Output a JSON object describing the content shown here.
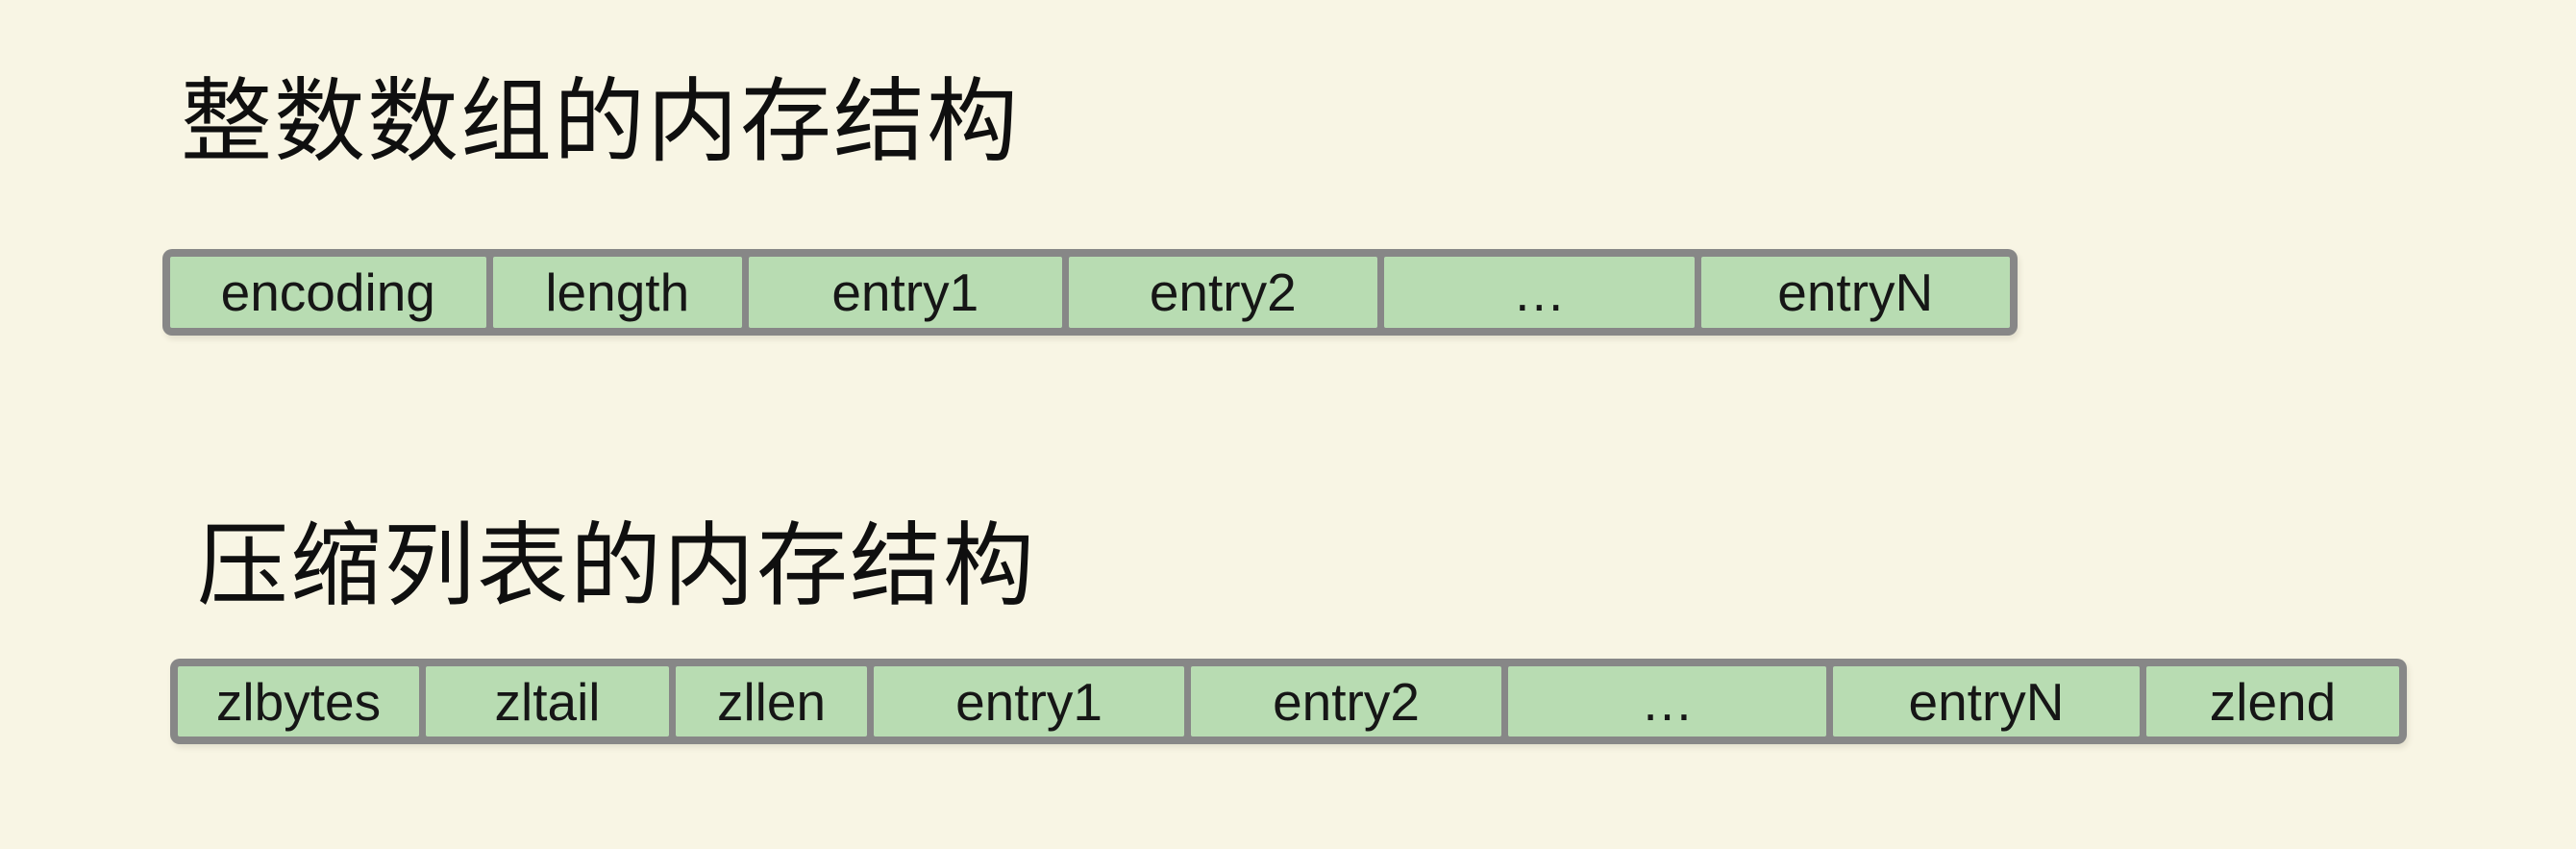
{
  "colors": {
    "background": "#f8f5e4",
    "cell_fill": "#b8dcb2",
    "cell_border_gray": "#878787",
    "text": "#141414"
  },
  "sections": [
    {
      "title": "整数数组的内存结构",
      "cells": [
        "encoding",
        "length",
        "entry1",
        "entry2",
        "…",
        "entryN"
      ]
    },
    {
      "title": "压缩列表的内存结构",
      "cells": [
        "zlbytes",
        "zltail",
        "zllen",
        "entry1",
        "entry2",
        "…",
        "entryN",
        "zlend"
      ]
    }
  ]
}
